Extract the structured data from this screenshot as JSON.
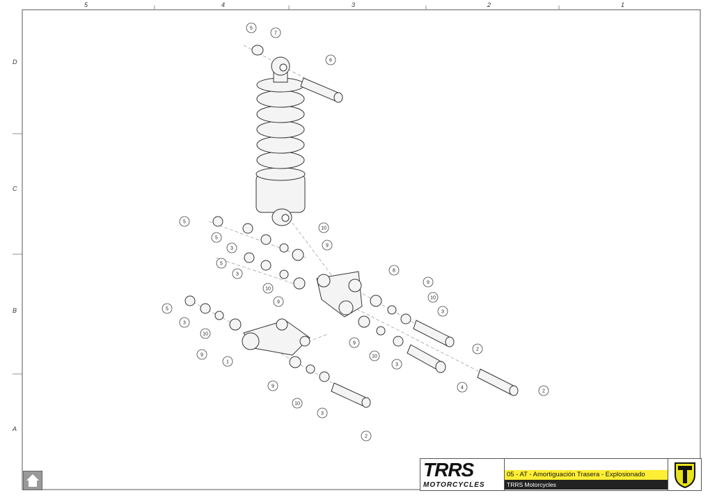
{
  "frame": {
    "columns": [
      "5",
      "4",
      "3",
      "2",
      "1"
    ],
    "rows": [
      "D",
      "C",
      "B",
      "A"
    ]
  },
  "title_block": {
    "logo_main": "TRRS",
    "logo_sub": "MOTORCYCLES",
    "title": "05 - AT - Amortiguación Trasera - Explosionado",
    "company": "TRRS Motorcycles",
    "accent_color": "#ffee33"
  },
  "home_button": {
    "icon": "home-icon"
  },
  "balloons": [
    "5",
    "7",
    "6",
    "5",
    "10",
    "5",
    "3",
    "9",
    "5",
    "8",
    "3",
    "10",
    "9",
    "9",
    "10",
    "5",
    "3",
    "3",
    "10",
    "9",
    "2",
    "9",
    "10",
    "1",
    "3",
    "9",
    "4",
    "2",
    "10",
    "3",
    "2"
  ]
}
